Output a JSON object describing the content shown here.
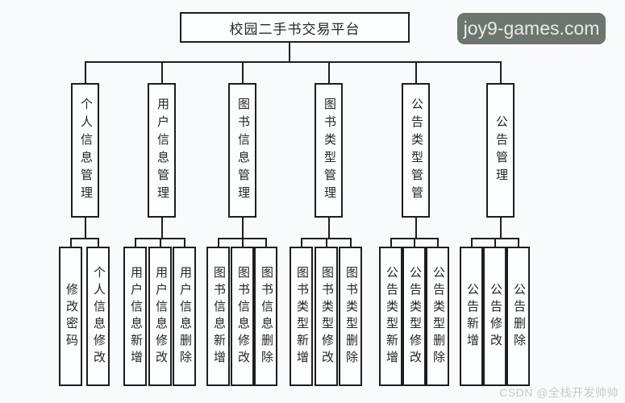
{
  "title": "校园二手书交易平台",
  "tree": {
    "root": "校园二手书交易平台",
    "branches": [
      {
        "label": "个人信息管理",
        "children": [
          "修改密码",
          "个人信息修改"
        ]
      },
      {
        "label": "用户信息管理",
        "children": [
          "用户信息新增",
          "用户信息修改",
          "用户信息删除"
        ]
      },
      {
        "label": "图书信息管理",
        "children": [
          "图书信息新增",
          "图书信息修改",
          "图书信息删除"
        ]
      },
      {
        "label": "图书类型管理",
        "children": [
          "图书类型新增",
          "图书类型修改",
          "图书类型删除"
        ]
      },
      {
        "label": "公告类型管管",
        "children": [
          "公告类型新增",
          "公告类型修改",
          "公告类型删除"
        ]
      },
      {
        "label": "公告管理",
        "children": [
          "公告新增",
          "公告修改",
          "公告删除"
        ]
      }
    ]
  },
  "watermarks": {
    "badge": "joy9-games.com",
    "csdn": "CSDN @全栈开发帅帅"
  },
  "colors": {
    "background": "#f9fafb",
    "line": "#1e1e1e",
    "badge_bg": "#6d756f",
    "badge_text": "#e7eae7",
    "csdn_text": "#c6cbd2"
  }
}
